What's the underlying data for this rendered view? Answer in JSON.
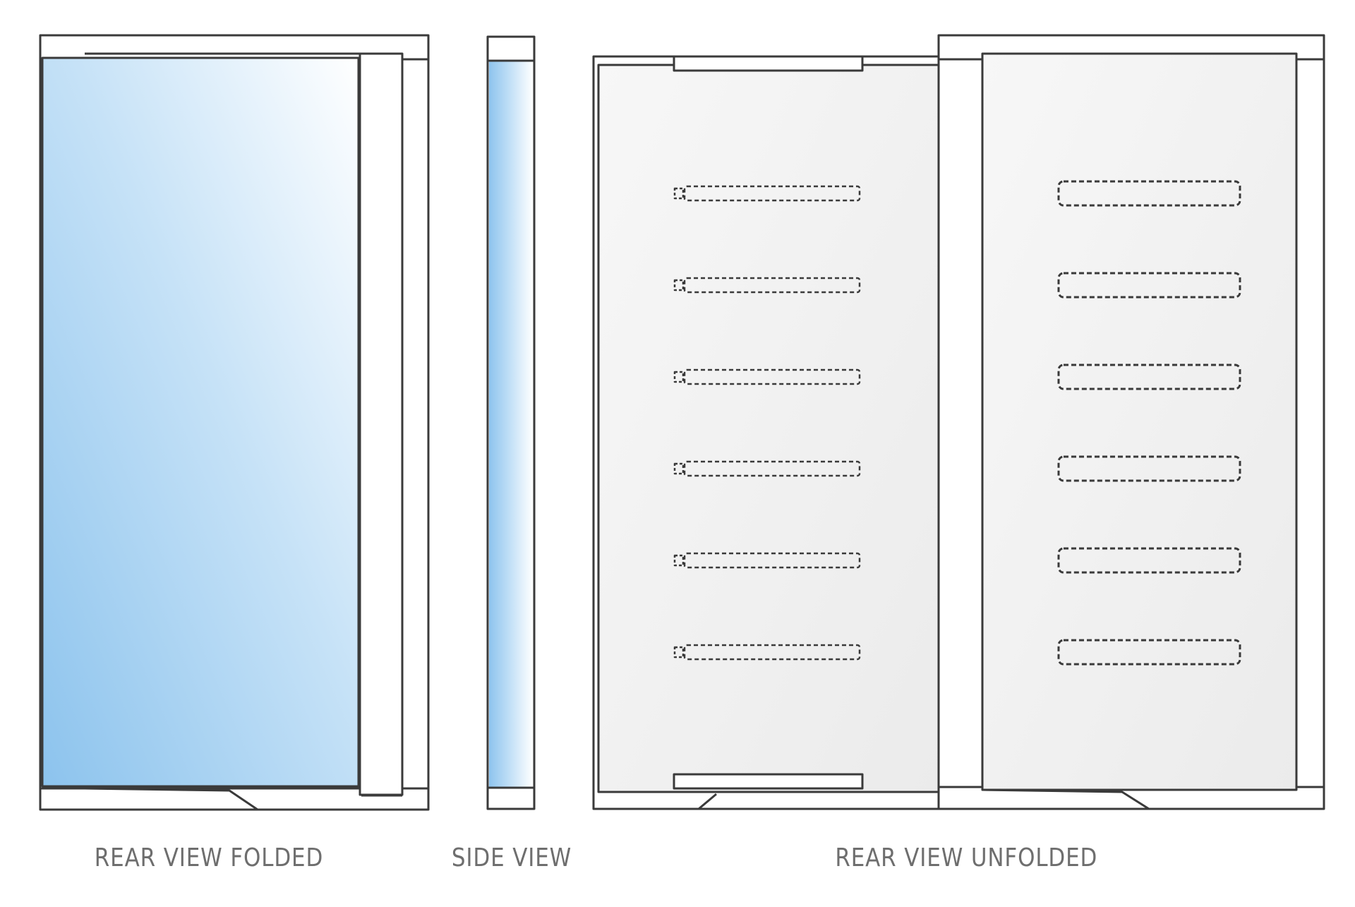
{
  "figure": {
    "views": [
      {
        "id": "rear-folded",
        "label": "REAR VIEW FOLDED"
      },
      {
        "id": "side",
        "label": "SIDE VIEW"
      },
      {
        "id": "rear-unfolded",
        "label": "REAR VIEW UNFOLDED"
      }
    ],
    "colors": {
      "outline": "#3a3a3a",
      "screen_blue_light": "#ffffff",
      "screen_blue_dark": "#8ec4ee",
      "panel_gray": "#f2f2f2",
      "caption": "#6e6e6e",
      "background": "#ffffff"
    },
    "slot_count_per_panel": 6
  }
}
